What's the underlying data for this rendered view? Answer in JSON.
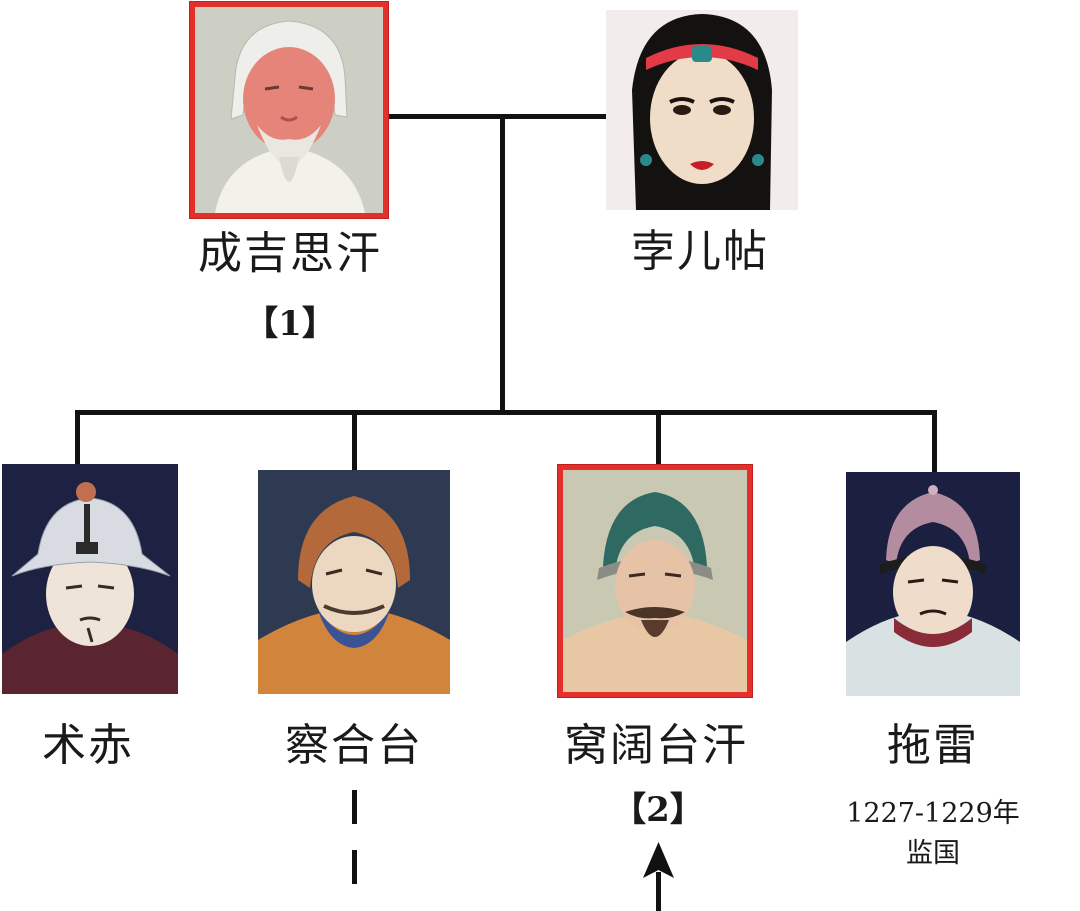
{
  "parents": {
    "father": {
      "name": "成吉思汗",
      "order": "【1】",
      "icon": "portrait-genghis-khan"
    },
    "mother": {
      "name": "孛儿帖",
      "icon": "portrait-borte"
    }
  },
  "children": [
    {
      "name": "术赤",
      "icon": "portrait-jochi"
    },
    {
      "name": "察合台",
      "icon": "portrait-chagatai"
    },
    {
      "name": "窝阔台汗",
      "order": "【2】",
      "icon": "portrait-ogedei-khan"
    },
    {
      "name": "拖雷",
      "note_years": "1227-1229年",
      "note_role": "监国",
      "icon": "portrait-tolui"
    }
  ],
  "colors": {
    "ruler_frame": "#e3302b",
    "line": "#111111"
  }
}
